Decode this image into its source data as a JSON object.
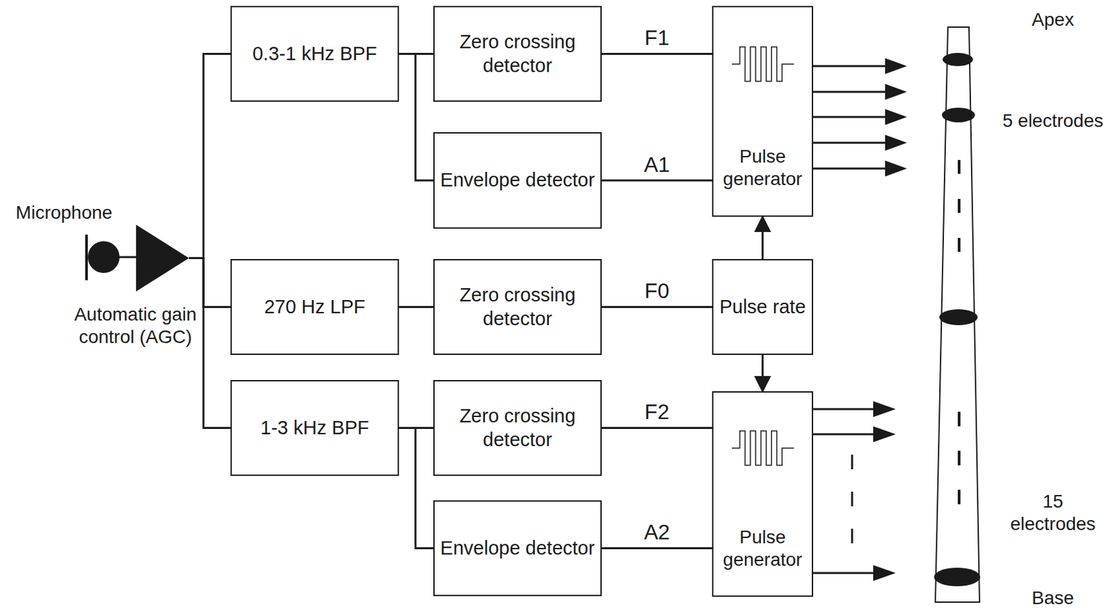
{
  "diagram": {
    "nodes": [
      {
        "text": [
          "Automatic gain control (AGC)"
        ]
      },
      {
        "text": [
          "0.3-1 kHz BPF"
        ]
      },
      {
        "text": [
          "Zero crossing detector"
        ]
      },
      {
        "text": [
          "Envelope detector"
        ]
      },
      {
        "text": [
          "Pulse generator"
        ]
      },
      {
        "text": [
          "270 Hz LPF"
        ]
      },
      {
        "text": [
          "Zero crossing detector"
        ]
      },
      {
        "text": [
          "Pulse rate"
        ]
      },
      {
        "text": [
          "1-3 kHz BPF"
        ]
      },
      {
        "text": [
          "Zero crossing detector"
        ]
      },
      {
        "text": [
          "Envelope detector"
        ]
      },
      {
        "text": [
          "Pulse generator"
        ]
      }
    ],
    "edges": [
      {
        "from": 0,
        "to": 1,
        "arrow": "none"
      },
      {
        "from": 0,
        "to": 5,
        "arrow": "none"
      },
      {
        "from": 0,
        "to": 8,
        "arrow": "none"
      },
      {
        "from": 1,
        "to": 2,
        "arrow": "none"
      },
      {
        "from": 1,
        "to": 3,
        "arrow": "none"
      },
      {
        "from": 2,
        "to": 4,
        "label": "F1",
        "arrow": "none"
      },
      {
        "from": 3,
        "to": 4,
        "label": "A1",
        "arrow": "none"
      },
      {
        "from": 5,
        "to": 6,
        "arrow": "none"
      },
      {
        "from": 6,
        "to": 7,
        "label": "F0",
        "arrow": "none"
      },
      {
        "from": 7,
        "to": 4,
        "arrow": "to"
      },
      {
        "from": 7,
        "to": 11,
        "arrow": "to"
      },
      {
        "from": 8,
        "to": 9,
        "arrow": "none"
      },
      {
        "from": 8,
        "to": 10,
        "arrow": "none"
      },
      {
        "from": 9,
        "to": 11,
        "label": "F2",
        "arrow": "none"
      },
      {
        "from": 10,
        "to": 11,
        "label": "A2",
        "arrow": "none"
      }
    ],
    "labels": [
      "Microphone",
      "Apex",
      "5 electrodes",
      "15 electrodes",
      "Base"
    ]
  }
}
